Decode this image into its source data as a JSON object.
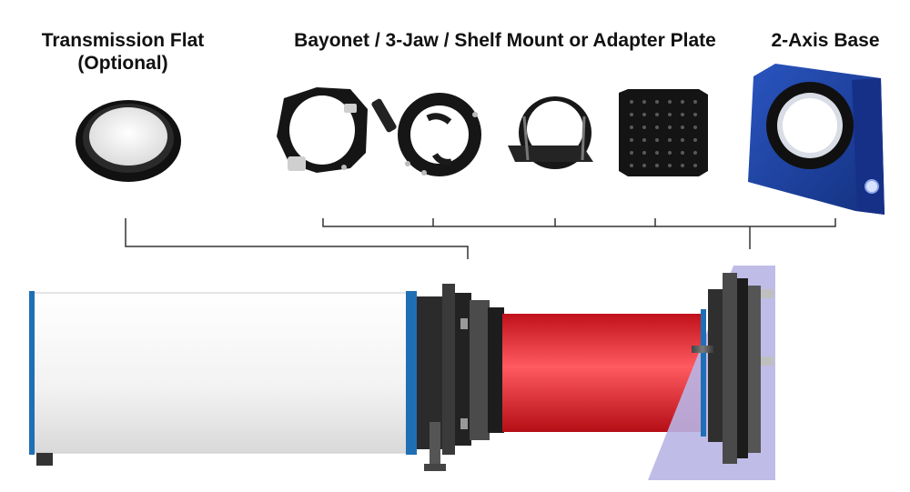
{
  "labels": {
    "transmission_flat_line1": "Transmission Flat",
    "transmission_flat_line2": "(Optional)",
    "mount_options": "Bayonet / 3-Jaw / Shelf Mount or Adapter Plate",
    "base": "2-Axis Base"
  },
  "colors": {
    "accent_blue": "#1f6fb5",
    "base_blue": "#1b3e9a",
    "beam_red": "#e51b24",
    "bracket_lavender": "#b9b5e6",
    "part_black": "#1b1b1b",
    "connector_line": "#333333"
  },
  "components": [
    {
      "name": "transmission-flat",
      "icon": "ring-lens-icon"
    },
    {
      "name": "bayonet-mount",
      "icon": "bayonet-ring-icon"
    },
    {
      "name": "three-jaw-mount",
      "icon": "three-jaw-icon"
    },
    {
      "name": "shelf-mount",
      "icon": "shelf-mount-icon"
    },
    {
      "name": "adapter-plate",
      "icon": "adapter-plate-icon"
    },
    {
      "name": "two-axis-base",
      "icon": "two-axis-base-icon"
    }
  ]
}
